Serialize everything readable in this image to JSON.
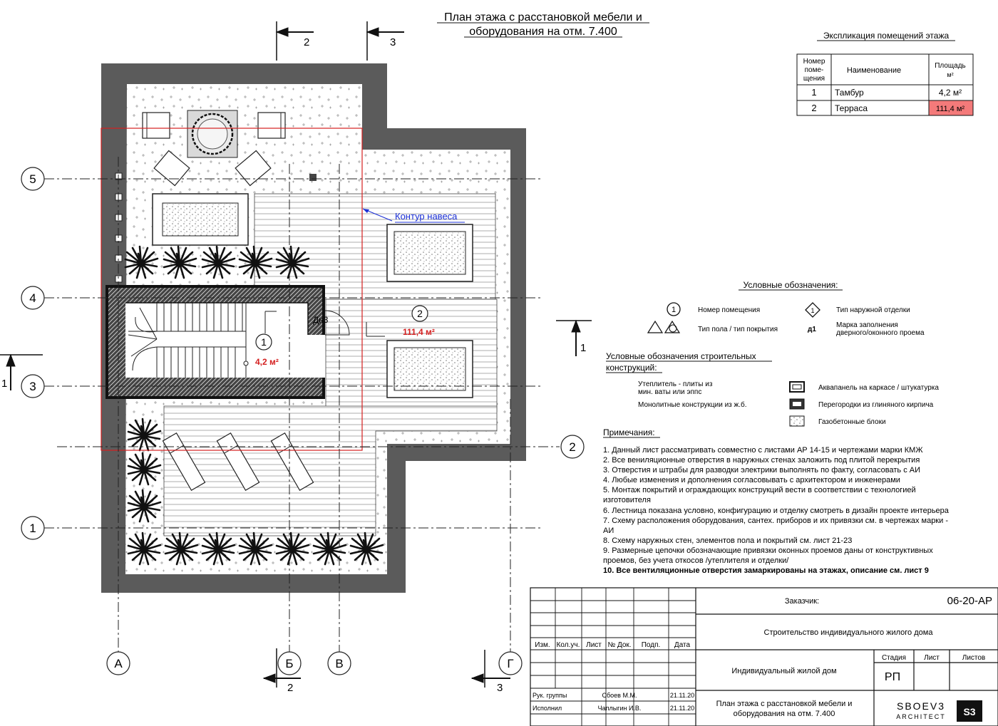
{
  "title": {
    "line1": "План этажа с расстановкой мебели и",
    "line2": "оборудования на отм. 7.400"
  },
  "explication": {
    "heading": "Экспликация помещений этажа",
    "columns": {
      "number": [
        "Номер",
        "поме-",
        "щения"
      ],
      "name": "Наименование",
      "area": [
        "Площадь",
        "м²"
      ]
    },
    "rows": [
      {
        "num": "1",
        "name": "Тамбур",
        "area": "4,2 м²",
        "highlight": false
      },
      {
        "num": "2",
        "name": "Терраса",
        "area": "111,4 м²",
        "highlight": true
      }
    ],
    "highlight_color": "#f47a7a"
  },
  "grid_axes": {
    "rows": [
      "5",
      "4",
      "3",
      "2",
      "1"
    ],
    "cols": [
      "А",
      "Б",
      "В",
      "Г"
    ]
  },
  "sections": {
    "top_left": "2",
    "top_right": "3",
    "left": "1",
    "right": "1",
    "bottom_left": "2",
    "bottom_right": "3"
  },
  "plan": {
    "canopy_label": "Контур навеса",
    "door_mark": "Дн3",
    "room1": {
      "num": "1",
      "area": "4,2 м²"
    },
    "room2": {
      "num": "2",
      "area": "111,4 м²"
    },
    "accent_color": "#d42020",
    "canopy_color": "#1a2fd6"
  },
  "legend": {
    "heading": "Условные обозначения:",
    "room_number": "Номер помещения",
    "ext_finish": "Тип наружной отделки",
    "floor_type": "Тип пола / тип покрытия",
    "door_mark_symbol": "д1",
    "door_mark_text": [
      "Марка заполнения",
      "дверного/оконного проема"
    ],
    "struct_heading": [
      "Условные обозначения строительных",
      "конструкций:"
    ],
    "insulation": [
      "Утеплитель - плиты из",
      "мин. ваты или эппс"
    ],
    "monolithic": "Монолитные конструкции из ж.б.",
    "aquapanel": "Аквапанель на каркасе / штукатурка",
    "partitions": "Перегородки из глиняного кирпича",
    "aerated": "Газобетонные блоки"
  },
  "notes": {
    "heading": "Примечания:",
    "items": [
      "1. Данный лист рассматривать совместно с листами АР 14-15 и чертежами марки КМЖ",
      "2. Все вениляционные отверстия в наружных стенах заложить под плитой перекрытия",
      "3. Отверстия и штрабы для разводки электрики выполнять по факту, согласовать с АИ",
      "4. Любые изменения и дополнения согласовывать с архитектором и инженерами",
      "5. Монтаж покрытий и ограждающих конструкций вести в соответствии с технологией",
      "изготовителя",
      "6. Лестница показана условно, конфигурацию и отделку смотреть в дизайн проекте интерьера",
      "7. Схему расположения оборудования, сантех. приборов и их привязки см. в чертежах марки -",
      "АИ",
      "8. Схему наружных стен, элементов пола и покрытий см. лист 21-23",
      "9. Размерные цепочки обозначающие привязки оконных проемов даны от конструктивных",
      "проемов, без учета откосов /утеплителя и отделки/"
    ],
    "last": "10. Все вентиляционные отверстия замаркированы на этажах, описание см. лист 9"
  },
  "stamp": {
    "customer_label": "Заказчик:",
    "code": "06-20-АР",
    "project": "Строительство индивидуального жилого дома",
    "object": "Индивидуальный жилой дом",
    "sheet_title": [
      "План этажа с расстановкой мебели и",
      "оборудования на отм. 7.400"
    ],
    "headers": [
      "Изм.",
      "Кол.уч.",
      "Лист",
      "№ Док.",
      "Подп.",
      "Дата"
    ],
    "stage_h": "Стадия",
    "sheet_h": "Лист",
    "sheets_h": "Листов",
    "stage": "РП",
    "roles": [
      {
        "role": "Рук. группы",
        "name": "Сбоев М.М.",
        "date": "21.11.20"
      },
      {
        "role": "Исполнил",
        "name": "Чаплыгин И.В.",
        "date": "21.11.20"
      }
    ],
    "logo_main": "SBOEV3",
    "logo_sub": "ARCHITECT",
    "logo_mark": "S3"
  }
}
